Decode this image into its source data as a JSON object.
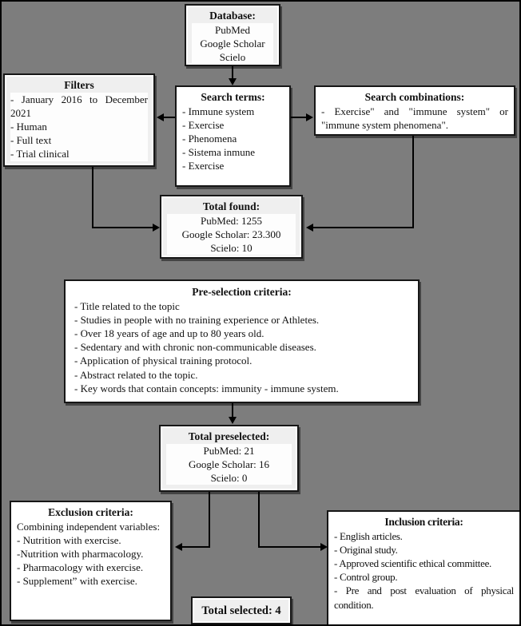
{
  "colors": {
    "background": "#7d7d7d",
    "box_background": "#ffffff",
    "box_border": "#161616",
    "line_color": "#000000"
  },
  "boxes": {
    "database": {
      "title": "Database:",
      "lines": [
        "PubMed",
        "Google Scholar",
        "Scielo"
      ]
    },
    "filters": {
      "title": "Filters",
      "items": [
        "- January 2016 to December 2021",
        "- Human",
        "- Full text",
        "- Trial clinical"
      ]
    },
    "search_terms": {
      "title": "Search terms:",
      "items": [
        "- Immune system",
        "- Exercise",
        "- Phenomena",
        "- Sistema inmune",
        "- Exercise"
      ]
    },
    "search_combinations": {
      "title": "Search combinations:",
      "text": "- Exercise\" and \"immune system\" or \"immune system phenomena\"."
    },
    "total_found": {
      "title": "Total found:",
      "lines": [
        "PubMed: 1255",
        "Google Scholar: 23.300",
        "Scielo: 10"
      ]
    },
    "preselection": {
      "title": "Pre-selection criteria:",
      "items": [
        "- Title related to the topic",
        "-  Studies in people with no training experience or Athletes.",
        "- Over 18 years of age and up to 80 years old.",
        "- Sedentary and with chronic non-communicable diseases.",
        "- Application of physical training protocol.",
        "- Abstract related to the topic.",
        "- Key words that contain concepts: immunity - immune system."
      ]
    },
    "total_preselected": {
      "title": "Total preselected:",
      "lines": [
        "PubMed: 21",
        "Google Scholar: 16",
        "Scielo: 0"
      ]
    },
    "exclusion": {
      "title": "Exclusion criteria:",
      "intro": "Combining independent variables:",
      "items": [
        "- Nutrition with exercise.",
        "-Nutrition with pharmacology.",
        "- Pharmacology with exercise.",
        "- Supplement” with exercise."
      ]
    },
    "inclusion": {
      "title": "Inclusion criteria:",
      "items": [
        "- English articles.",
        "- Original study.",
        "- Approved scientific ethical committee.",
        "- Control group.",
        "- Pre and post evaluation of physical condition."
      ]
    },
    "total_selected": {
      "label": "Total selected: 4"
    }
  }
}
